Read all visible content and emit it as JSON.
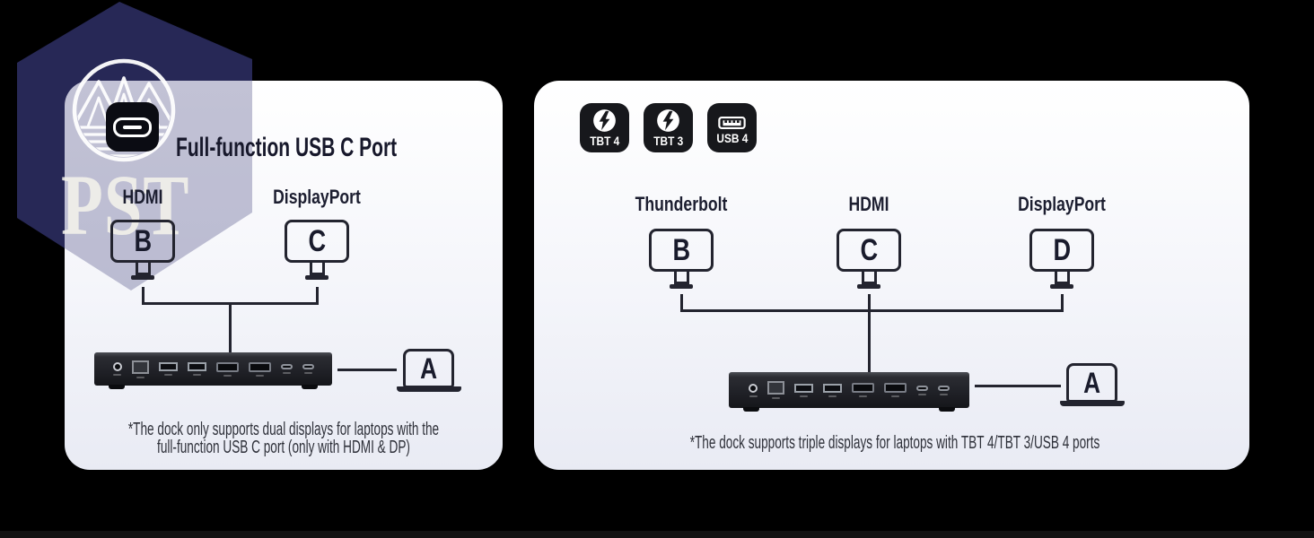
{
  "watermark": {
    "text": "PST",
    "logo": "mountain-lake-logo"
  },
  "left_card": {
    "title": "Full-function USB C Port",
    "title_icon": "usb-c-port-icon",
    "monitors": [
      {
        "port": "HDMI",
        "label": "B"
      },
      {
        "port": "DisplayPort",
        "label": "C"
      }
    ],
    "laptop_label": "A",
    "caption_line1": "*The dock only supports dual displays for laptops with the",
    "caption_line2": "full-function USB C port (only with HDMI & DP)"
  },
  "right_card": {
    "badges": [
      {
        "label": "TBT 4",
        "icon": "thunderbolt-icon"
      },
      {
        "label": "TBT 3",
        "icon": "thunderbolt-icon"
      },
      {
        "label": "USB 4",
        "icon": "usb-a-port-icon"
      }
    ],
    "monitors": [
      {
        "port": "Thunderbolt",
        "label": "B"
      },
      {
        "port": "HDMI",
        "label": "C"
      },
      {
        "port": "DisplayPort",
        "label": "D"
      }
    ],
    "laptop_label": "A",
    "caption": "*The dock supports triple displays for laptops with TBT 4/TBT 3/USB 4 ports"
  },
  "colors": {
    "background": "#000000",
    "watermark_navy": "#212349",
    "card_gradient_top": "#ffffff",
    "card_gradient_bottom": "#e9ebf4",
    "ink": "#23242f",
    "badge_bg": "#17181c",
    "usb_blue": "#3f82e0"
  }
}
